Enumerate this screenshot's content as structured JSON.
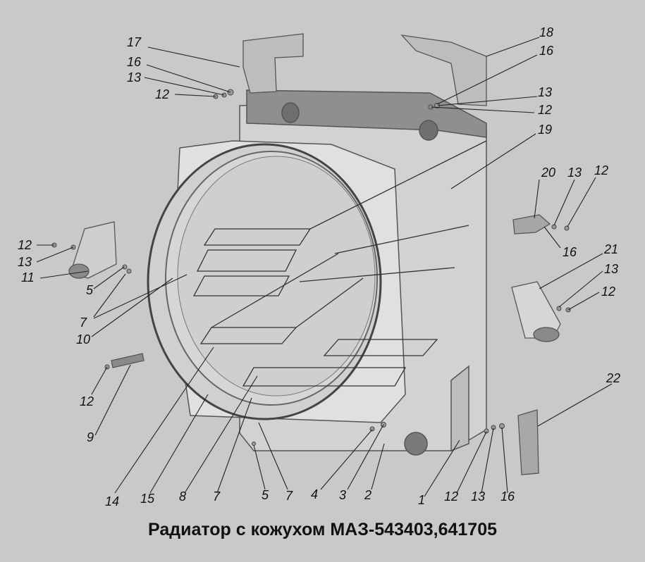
{
  "caption": "Радиатор с кожухом МАЗ-543403,641705",
  "colors": {
    "background": "#c9c9c9",
    "line": "#222222"
  },
  "callouts": [
    {
      "id": "c17a",
      "text": "17"
    },
    {
      "id": "c16a",
      "text": "16"
    },
    {
      "id": "c13a",
      "text": "13"
    },
    {
      "id": "c12a",
      "text": "12"
    },
    {
      "id": "c18",
      "text": "18"
    },
    {
      "id": "c16b",
      "text": "16"
    },
    {
      "id": "c13b",
      "text": "13"
    },
    {
      "id": "c12b",
      "text": "12"
    },
    {
      "id": "c19",
      "text": "19"
    },
    {
      "id": "c20",
      "text": "20"
    },
    {
      "id": "c13c",
      "text": "13"
    },
    {
      "id": "c12c",
      "text": "12"
    },
    {
      "id": "c16c",
      "text": "16"
    },
    {
      "id": "c21",
      "text": "21"
    },
    {
      "id": "c13d",
      "text": "13"
    },
    {
      "id": "c12d",
      "text": "12"
    },
    {
      "id": "c12e",
      "text": "12"
    },
    {
      "id": "c13e",
      "text": "13"
    },
    {
      "id": "c11",
      "text": "11"
    },
    {
      "id": "c5a",
      "text": "5"
    },
    {
      "id": "c7a",
      "text": "7"
    },
    {
      "id": "c10",
      "text": "10"
    },
    {
      "id": "c12f",
      "text": "12"
    },
    {
      "id": "c9",
      "text": "9"
    },
    {
      "id": "c22",
      "text": "22"
    },
    {
      "id": "c14",
      "text": "14"
    },
    {
      "id": "c15",
      "text": "15"
    },
    {
      "id": "c8",
      "text": "8"
    },
    {
      "id": "c7b",
      "text": "7"
    },
    {
      "id": "c5b",
      "text": "5"
    },
    {
      "id": "c7c",
      "text": "7"
    },
    {
      "id": "c4",
      "text": "4"
    },
    {
      "id": "c3",
      "text": "3"
    },
    {
      "id": "c2",
      "text": "2"
    },
    {
      "id": "c1",
      "text": "1"
    },
    {
      "id": "c12g",
      "text": "12"
    },
    {
      "id": "c13f",
      "text": "13"
    },
    {
      "id": "c16d",
      "text": "16"
    }
  ]
}
